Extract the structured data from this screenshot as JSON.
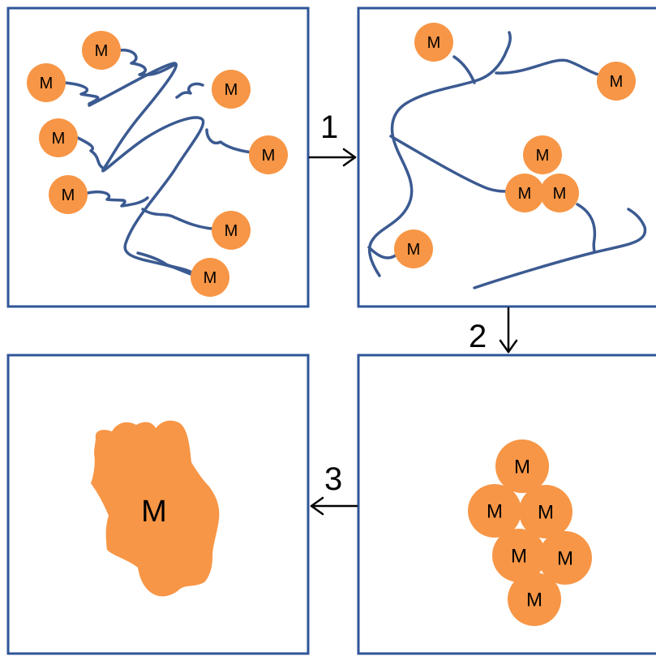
{
  "particle_label": "M",
  "steps": [
    {
      "label": "1"
    },
    {
      "label": "2"
    },
    {
      "label": "3"
    }
  ],
  "colors": {
    "panel_border": "#2f5597",
    "chain": "#3b5a91",
    "particle_fill": "#f79646",
    "arrow": "#000000",
    "text": "#000000"
  }
}
